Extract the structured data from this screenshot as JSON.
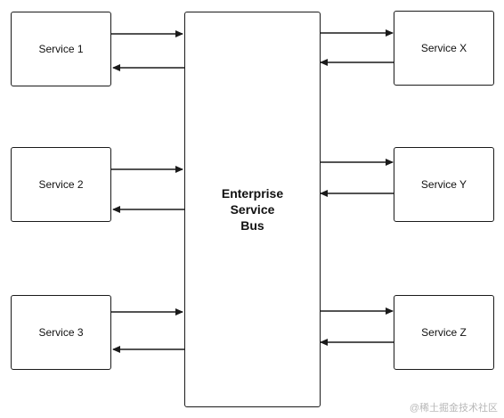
{
  "diagram": {
    "bus_lines": [
      "Enterprise",
      "Service",
      "Bus"
    ],
    "left_services": [
      {
        "label": "Service 1"
      },
      {
        "label": "Service 2"
      },
      {
        "label": "Service 3"
      }
    ],
    "right_services": [
      {
        "label": "Service X"
      },
      {
        "label": "Service Y"
      },
      {
        "label": "Service Z"
      }
    ],
    "line_color": "#1a1a1a"
  },
  "watermark": "@稀土掘金技术社区"
}
